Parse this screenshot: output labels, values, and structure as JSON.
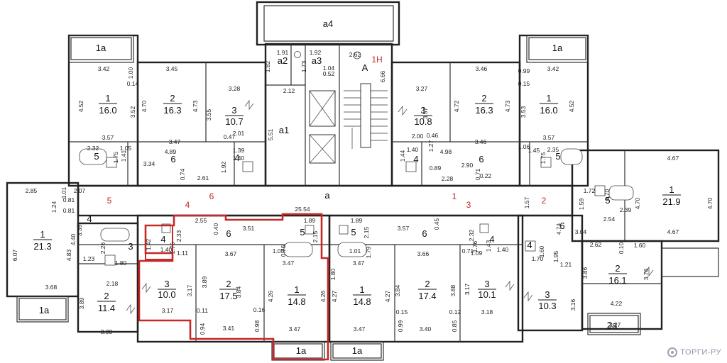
{
  "plan": {
    "corridor_label": "a",
    "corridor_length": "25.54",
    "center": {
      "roof_label": "a4",
      "a1": "a1",
      "a1_dims": [
        "5.51",
        "2.12"
      ],
      "a2": "a2",
      "a2_dims": [
        "1.91",
        "1.82"
      ],
      "a3": "a3",
      "a3_dims": [
        "1.92",
        "1.73",
        "1.04",
        "0.52"
      ],
      "A": "A",
      "A_dims": [
        "2.62",
        "6.66"
      ],
      "nh": "1H"
    },
    "apartment_numbers": [
      "5",
      "6",
      "4",
      "1",
      "3",
      "2"
    ],
    "balconies": [
      "1a",
      "1a",
      "1a",
      "1a",
      "1a",
      "1a",
      "2a"
    ],
    "rooms": [
      {
        "n": "1",
        "a": "16.0"
      },
      {
        "n": "2",
        "a": "16.3"
      },
      {
        "n": "3",
        "a": "10.7"
      },
      {
        "n": "3",
        "a": "10.8"
      },
      {
        "n": "2",
        "a": "16.3"
      },
      {
        "n": "1",
        "a": "16.0"
      },
      {
        "n": "1",
        "a": "21.3"
      },
      {
        "n": "2",
        "a": "11.4"
      },
      {
        "n": "3",
        "a": "10.0"
      },
      {
        "n": "2",
        "a": "17.5"
      },
      {
        "n": "1",
        "a": "14.8"
      },
      {
        "n": "1",
        "a": "14.8"
      },
      {
        "n": "2",
        "a": "17.4"
      },
      {
        "n": "3",
        "a": "10.1"
      },
      {
        "n": "3",
        "a": "10.3"
      },
      {
        "n": "2",
        "a": "16.1"
      },
      {
        "n": "1",
        "a": "21.9"
      }
    ],
    "small_rooms": [
      "5",
      "6",
      "4",
      "4",
      "6",
      "5",
      "4",
      "3",
      "4",
      "6",
      "5",
      "5",
      "6",
      "4",
      "4",
      "5",
      "6"
    ],
    "dims": {
      "top_left": [
        "3.42",
        "1.00",
        "0.14",
        "4.52",
        "3.52",
        "3.57",
        "3.45",
        "4.70",
        "4.73",
        "3.47",
        "3.28",
        "3.55",
        "2.01",
        "0.47"
      ],
      "top_left_wet": [
        "2.32",
        "1.75",
        "1.41",
        "1.05",
        "4.89",
        "1.39",
        "1.40",
        "1.92",
        "3.34",
        "0.74",
        "2.61"
      ],
      "top_right": [
        "3.46",
        "4.72",
        "4.73",
        "3.46",
        "3.42",
        "0.99",
        "0.15",
        "3.53",
        "4.52",
        "3.57",
        "3.27",
        "3.57",
        "2.00",
        "0.46"
      ],
      "top_right_wet": [
        "1.27",
        "1.44",
        "1.40",
        "4.98",
        "1.06",
        "1.45",
        "2.35",
        "1.75",
        "0.89",
        "2.90",
        "0.71",
        "2.28",
        "0.22"
      ],
      "left_wing": [
        "2.85",
        "1.01",
        "0.81",
        "2.07",
        "1.24",
        "0.81",
        "6.07",
        "3.39",
        "4.83",
        "4.40",
        "2.26",
        "1.80",
        "1.23",
        "2.18",
        "3.68",
        "3.89",
        "3.38"
      ],
      "bottom_left": [
        "2.55",
        "0.40",
        "3.51",
        "2.33",
        "1.76",
        "1.42",
        "1.40",
        "1.11",
        "3.67",
        "3.17",
        "3.89",
        "3.84",
        "3.17",
        "0.11",
        "0.16",
        "0.94",
        "3.41",
        "0.98",
        "1.89",
        "2.15",
        "0.76",
        "1.03",
        "3.47",
        "4.26",
        "4.26",
        "3.47",
        "1.80"
      ],
      "bottom_right": [
        "1.89",
        "2.15",
        "1.79",
        "1.01",
        "3.47",
        "4.27",
        "4.27",
        "3.47",
        "3.57",
        "0.45",
        "3.66",
        "3.84",
        "0.15",
        "3.88",
        "0.12",
        "3.40",
        "0.99",
        "0.85",
        "2.32",
        "1.76",
        "0.71",
        "1.09",
        "1.40",
        "1.43",
        "3.17",
        "3.18"
      ],
      "right_wing": [
        "4.67",
        "1.72",
        "1.59",
        "0.70",
        "4.70",
        "2.39",
        "2.54",
        "4.70",
        "3.04",
        "4.67",
        "4.74",
        "1.60",
        "1.70",
        "1.57",
        "2.62",
        "0.10",
        "1.60",
        "1.95",
        "1.21",
        "3.86",
        "3.76",
        "3.16",
        "4.22",
        "3.27"
      ]
    }
  },
  "watermark": {
    "text": "ТОРГИ-РУ",
    "icon": "torgi-logo-icon"
  },
  "colors": {
    "highlight": "#c62828",
    "wall": "#303030",
    "watermark": "#8d96a8"
  }
}
